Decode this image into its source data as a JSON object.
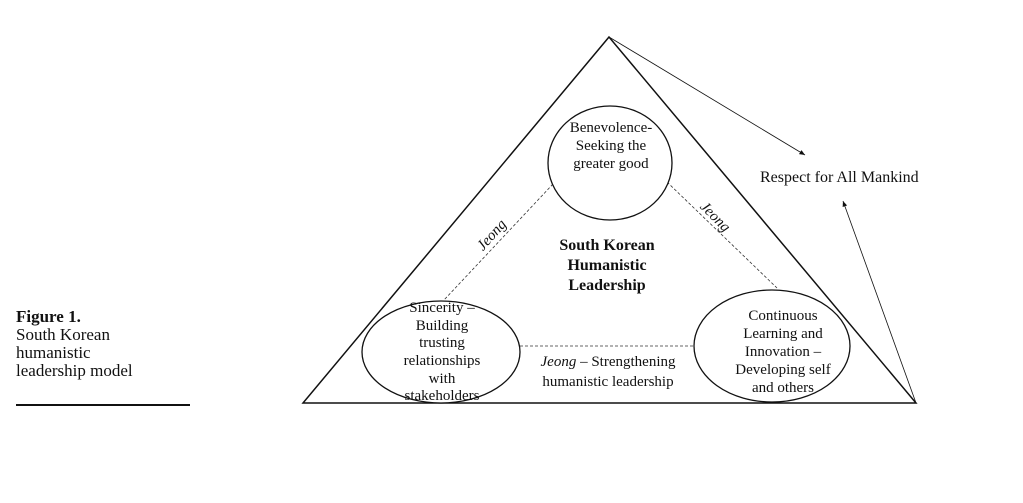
{
  "caption": {
    "figure_label": "Figure 1.",
    "lines": [
      "South Korean",
      "humanistic",
      "leadership model"
    ]
  },
  "diagram": {
    "center_title": [
      "South Korean",
      "Humanistic",
      "Leadership"
    ],
    "top_node": [
      "Benevolence-",
      "Seeking the",
      "greater good"
    ],
    "left_node": [
      "Sincerity –",
      "Building",
      "trusting",
      "relationships",
      "with",
      "stakeholders"
    ],
    "right_node": [
      "Continuous",
      "Learning and",
      "Innovation –",
      "Developing self",
      "and others"
    ],
    "left_link": "Jeong",
    "right_link": "Jeong",
    "bottom_link_italic": "Jeong",
    "bottom_link_rest": " – Strengthening",
    "bottom_link_line2": "humanistic leadership",
    "outcome": "Respect for All Mankind"
  }
}
